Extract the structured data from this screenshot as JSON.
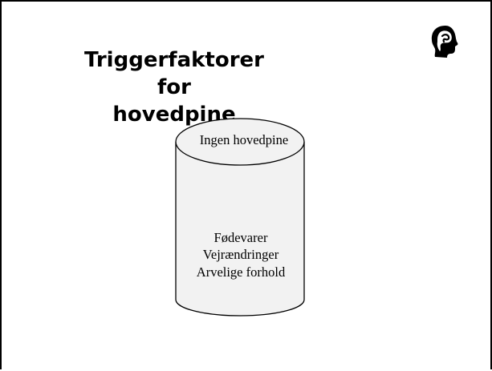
{
  "slide": {
    "title_line_1": "Triggerfaktorer for",
    "title_line_2": "hovedpine"
  },
  "logo": {
    "icon": "head-profile-icon",
    "color": "#000000"
  },
  "cylinder": {
    "fill": "#f2f2f2",
    "stroke": "#000000",
    "top_label": "Ingen hovedpine",
    "body_lines": [
      "Fødevarer",
      "Vejrændringer",
      "Arvelige forhold"
    ]
  }
}
